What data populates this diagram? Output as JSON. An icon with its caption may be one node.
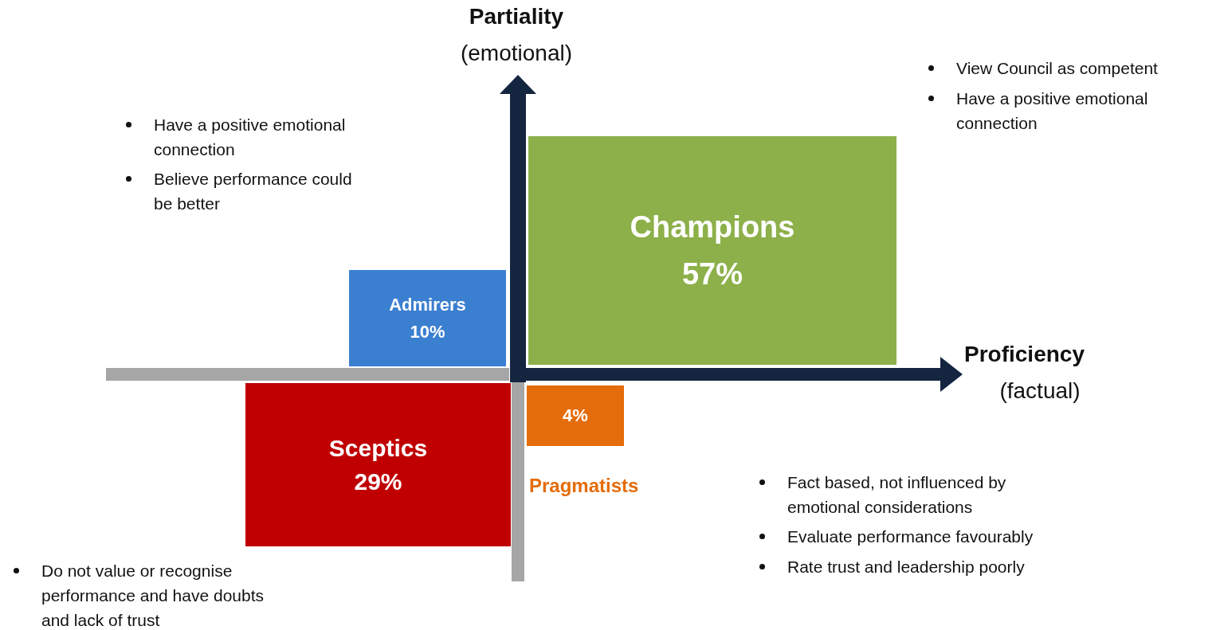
{
  "diagram": {
    "nodes": [
      {
        "text": [
          "Champions",
          "57%"
        ]
      },
      {
        "text": [
          "Admirers",
          "10%"
        ]
      },
      {
        "text": [
          "Sceptics",
          "29%"
        ]
      },
      {
        "text": [
          "4%"
        ],
        "beside": [
          "Pragmatists"
        ]
      }
    ],
    "labels": [
      "Partiality",
      "(emotional)",
      "View Council as competent",
      "Have a positive emotional connection",
      "Have a positive emotional connection",
      "Believe performance could be better",
      "Proficiency",
      "(factual)",
      "Fact based, not influenced by emotional considerations",
      "Evaluate performance favourably",
      "Rate trust and leadership poorly",
      "Do not value or recognise performance and have doubts and lack of trust"
    ]
  }
}
